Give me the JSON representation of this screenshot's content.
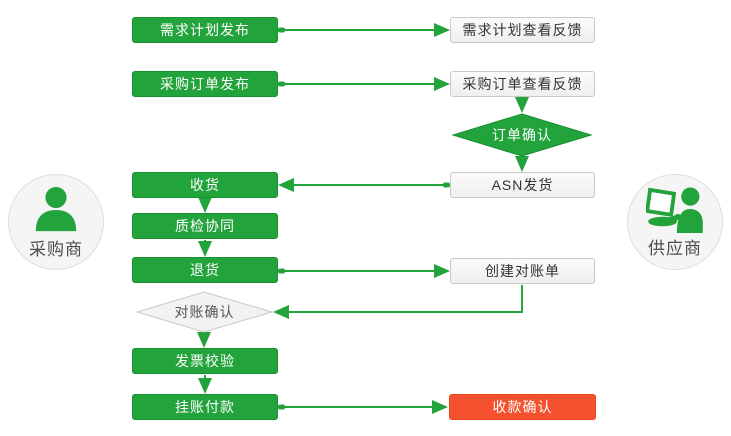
{
  "palette": {
    "green": "#23A33C",
    "green_border": "#18912F",
    "red": "#F4512E",
    "white_box_bg": "#F5F5F5",
    "white_box_border": "#C9C9C9",
    "diamond_gray_bg": "#F2F2F2",
    "text_dark": "#333333",
    "actor_label_gray": "#4D4D4D"
  },
  "actors": {
    "buyer": {
      "label": "采购商"
    },
    "supplier": {
      "label": "供应商"
    }
  },
  "nodes": {
    "demand_plan_publish": {
      "label": "需求计划发布"
    },
    "demand_plan_feedback": {
      "label": "需求计划查看反馈"
    },
    "po_publish": {
      "label": "采购订单发布"
    },
    "po_feedback": {
      "label": "采购订单查看反馈"
    },
    "order_confirm": {
      "label": "订单确认"
    },
    "asn_ship": {
      "label": "ASN发货"
    },
    "receive_goods": {
      "label": "收货"
    },
    "quality_collab": {
      "label": "质检协同"
    },
    "return_goods": {
      "label": "退货"
    },
    "create_statement": {
      "label": "创建对账单"
    },
    "statement_confirm": {
      "label": "对账确认"
    },
    "invoice_verify": {
      "label": "发票校验"
    },
    "booked_payment": {
      "label": "挂账付款"
    },
    "receipt_confirm": {
      "label": "收款确认"
    }
  }
}
